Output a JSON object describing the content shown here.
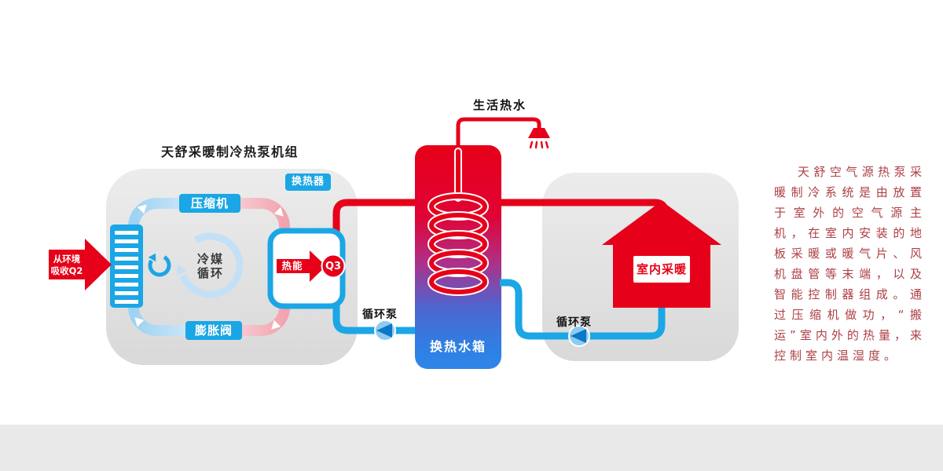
{
  "title": "天舒采暖制冷热泵机组",
  "colors": {
    "hot_red": "#e60019",
    "cold_blue": "#1ba6e5",
    "tank_bottom_blue": "#2f86e8",
    "panel_gray": "#e3e3e3",
    "footer_gray": "#e9e9e9",
    "description_red": "#ad3f44"
  },
  "outdoor_unit": {
    "compressor_label": "压缩机",
    "expansion_valve_label": "膨胀阀",
    "refrigerant_cycle_line1": "冷媒",
    "refrigerant_cycle_line2": "循环",
    "heat_exchanger_badge": "换热器",
    "heat_energy_label": "热能",
    "q3_label": "Q3",
    "env_absorb_line1": "从环境",
    "env_absorb_line2": "吸收Q2"
  },
  "tank": {
    "label": "换热水箱",
    "domestic_hot_water_label": "生活热水"
  },
  "pumps": {
    "left": "循环泵",
    "right": "循环泵"
  },
  "house": {
    "label": "室内采暖"
  },
  "description": "天舒空气源热泵采暖制冷系统是由放置于室外的空气源主机，在室内安装的地板采暖或暖气片、风机盘管等末端，以及智能控制器组成。通过压缩机做功，“搬运”室内外的热量，来控制室内温湿度。"
}
